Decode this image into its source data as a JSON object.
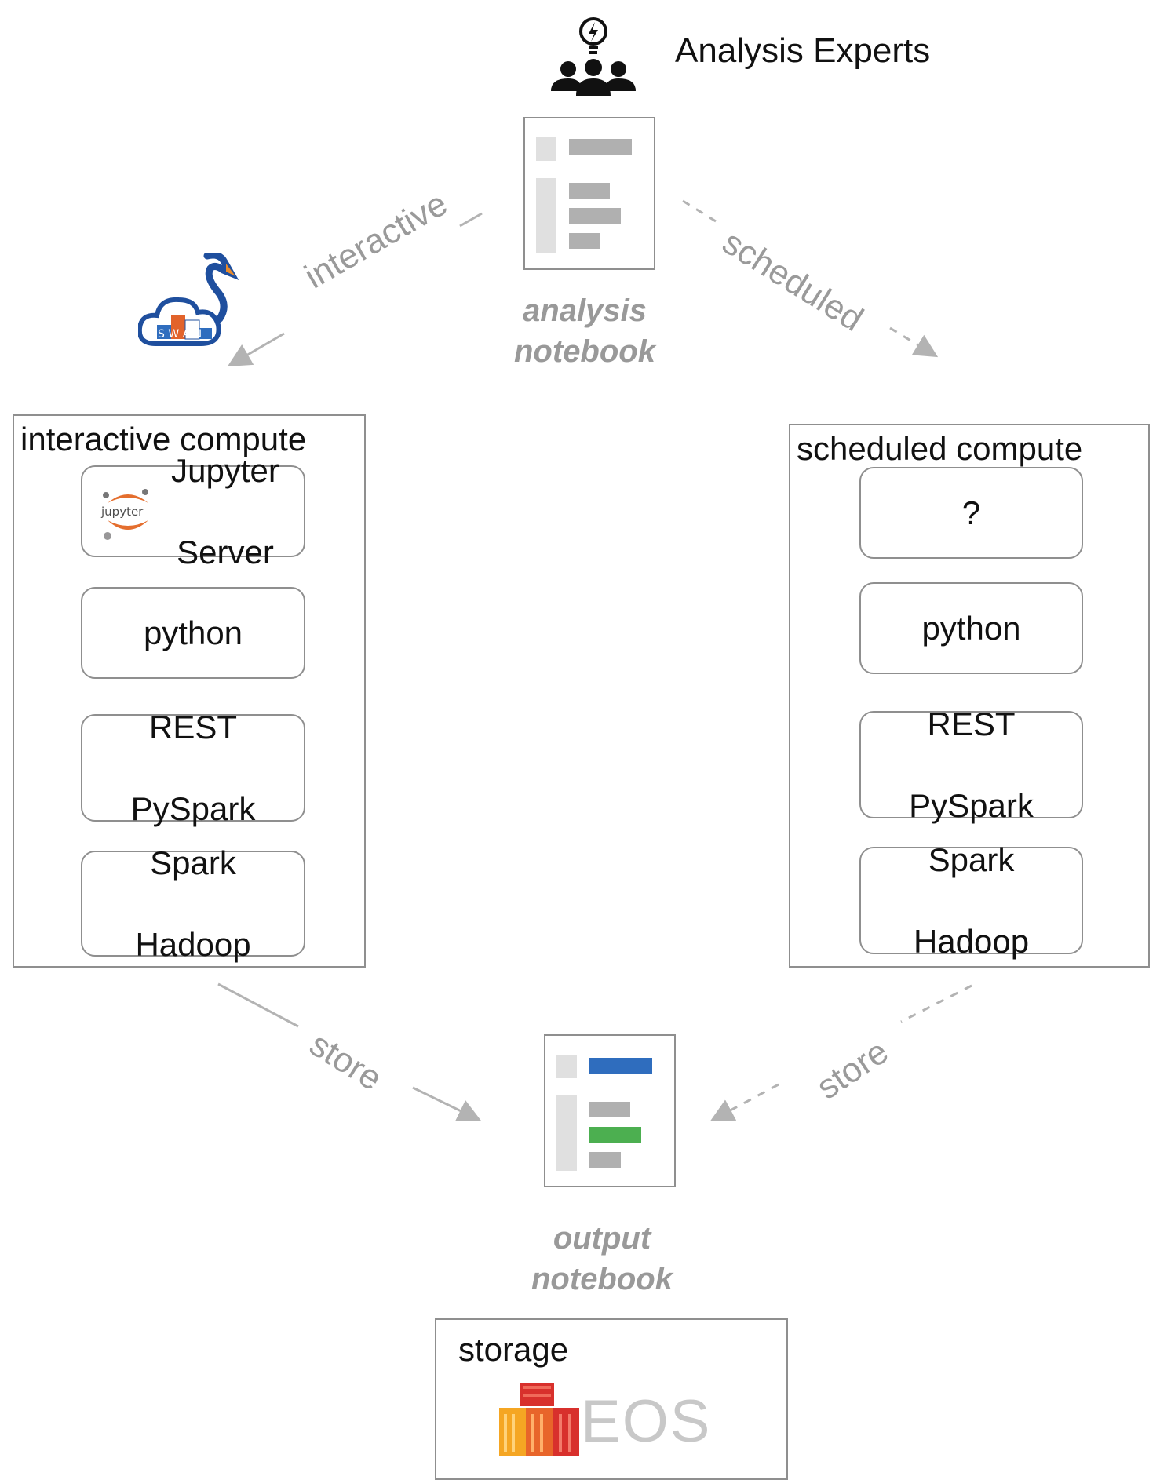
{
  "experts": {
    "label": "Analysis Experts",
    "icon": "team-idea-icon"
  },
  "analysis_notebook": {
    "label_line1": "analysis",
    "label_line2": "notebook",
    "icon": "notebook-icon"
  },
  "output_notebook": {
    "label_line1": "output",
    "label_line2": "notebook",
    "icon": "notebook-output-icon"
  },
  "edges": {
    "interactive": "interactive",
    "scheduled": "scheduled",
    "store_left": "store",
    "store_right": "store"
  },
  "swan": {
    "logo_text": "SWAN",
    "icon": "swan-logo"
  },
  "interactive_compute": {
    "title": "interactive compute",
    "jupyter": {
      "line1": "Jupyter",
      "line2": "Server",
      "logo_text": "jupyter"
    },
    "python": "python",
    "rest": {
      "line1": "REST",
      "line2": "PySpark"
    },
    "spark": {
      "line1": "Spark",
      "line2": "Hadoop"
    }
  },
  "scheduled_compute": {
    "title": "scheduled compute",
    "unknown": "?",
    "python": "python",
    "rest": {
      "line1": "REST",
      "line2": "PySpark"
    },
    "spark": {
      "line1": "Spark",
      "line2": "Hadoop"
    }
  },
  "storage": {
    "title": "storage",
    "logo_text": "EOS"
  },
  "colors": {
    "arrow": "#b3b3b3",
    "blue": "#2f6dbe",
    "green": "#4caf50",
    "gray_bar": "#b0b0b0",
    "light_bar": "#e0e0e0"
  }
}
